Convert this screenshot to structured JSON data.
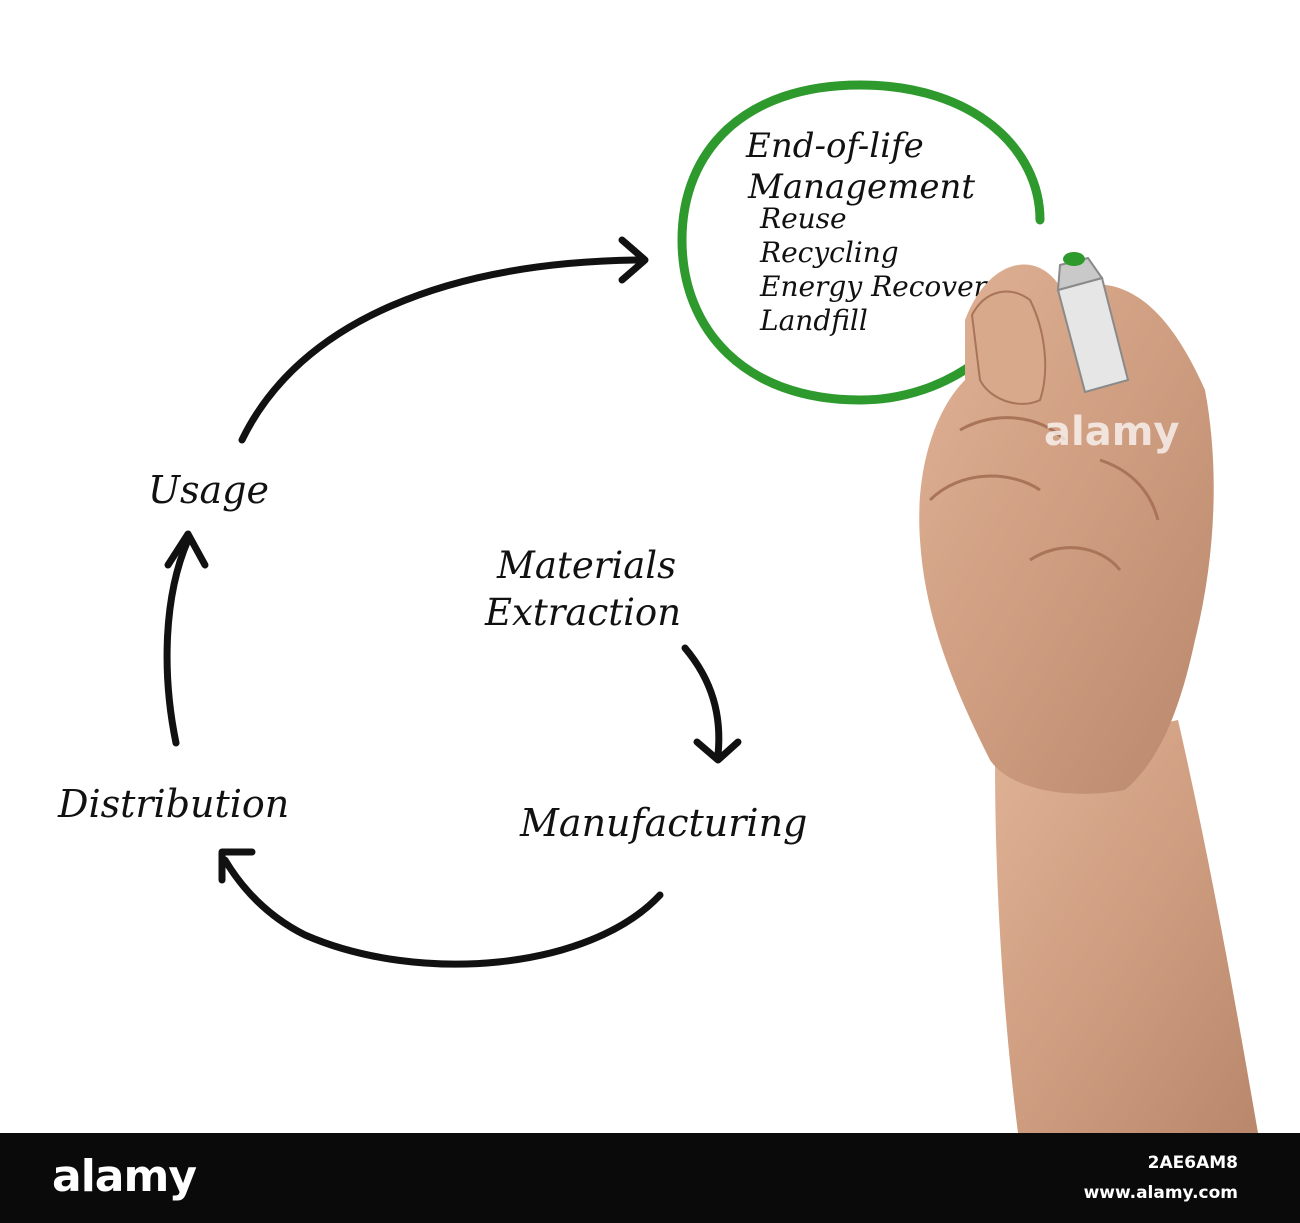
{
  "diagram": {
    "stages": {
      "materials_line1": "Materials",
      "materials_line2": "Extraction",
      "manufacturing": "Manufacturing",
      "distribution": "Distribution",
      "usage": "Usage"
    },
    "end_of_life": {
      "title_line1": "End-of-life",
      "title_line2": "Management",
      "items": [
        "Reuse",
        "Recycling",
        "Energy Recovery",
        "Landfill"
      ]
    },
    "colors": {
      "ink": "#111111",
      "marker_green": "#2e9a2e"
    }
  },
  "watermark": "alamy",
  "footer": {
    "logo": "alamy",
    "image_id": "2AE6AM8",
    "site": "www.alamy.com"
  }
}
